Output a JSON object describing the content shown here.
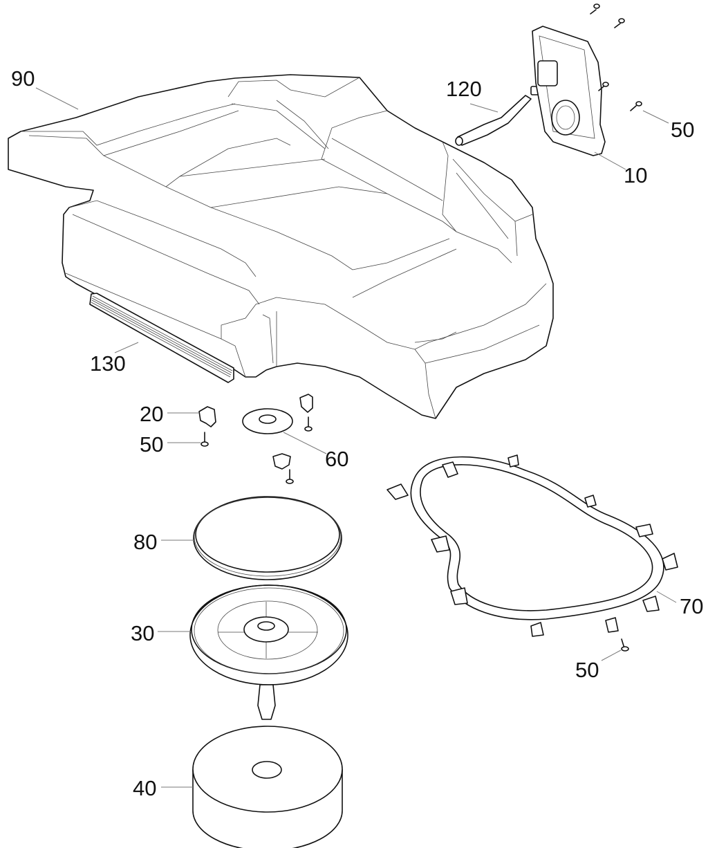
{
  "diagram": {
    "type": "exploded-parts-view",
    "line_color": "#111111",
    "leader_color": "#777777",
    "background": "#ffffff"
  },
  "parts": [
    {
      "id": "p90",
      "number": "90",
      "name": "seat-body"
    },
    {
      "id": "p120",
      "number": "120",
      "name": "hose"
    },
    {
      "id": "p10",
      "number": "10",
      "name": "valve-plate"
    },
    {
      "id": "p50a",
      "number": "50",
      "name": "screw"
    },
    {
      "id": "p130",
      "number": "130",
      "name": "strip"
    },
    {
      "id": "p20",
      "number": "20",
      "name": "clip"
    },
    {
      "id": "p50b",
      "number": "50",
      "name": "screw"
    },
    {
      "id": "p60",
      "number": "60",
      "name": "washer"
    },
    {
      "id": "p80",
      "number": "80",
      "name": "ring"
    },
    {
      "id": "p30",
      "number": "30",
      "name": "disc-valve"
    },
    {
      "id": "p40",
      "number": "40",
      "name": "foam-pad"
    },
    {
      "id": "p70",
      "number": "70",
      "name": "tube-frame"
    },
    {
      "id": "p50c",
      "number": "50",
      "name": "screw"
    }
  ]
}
